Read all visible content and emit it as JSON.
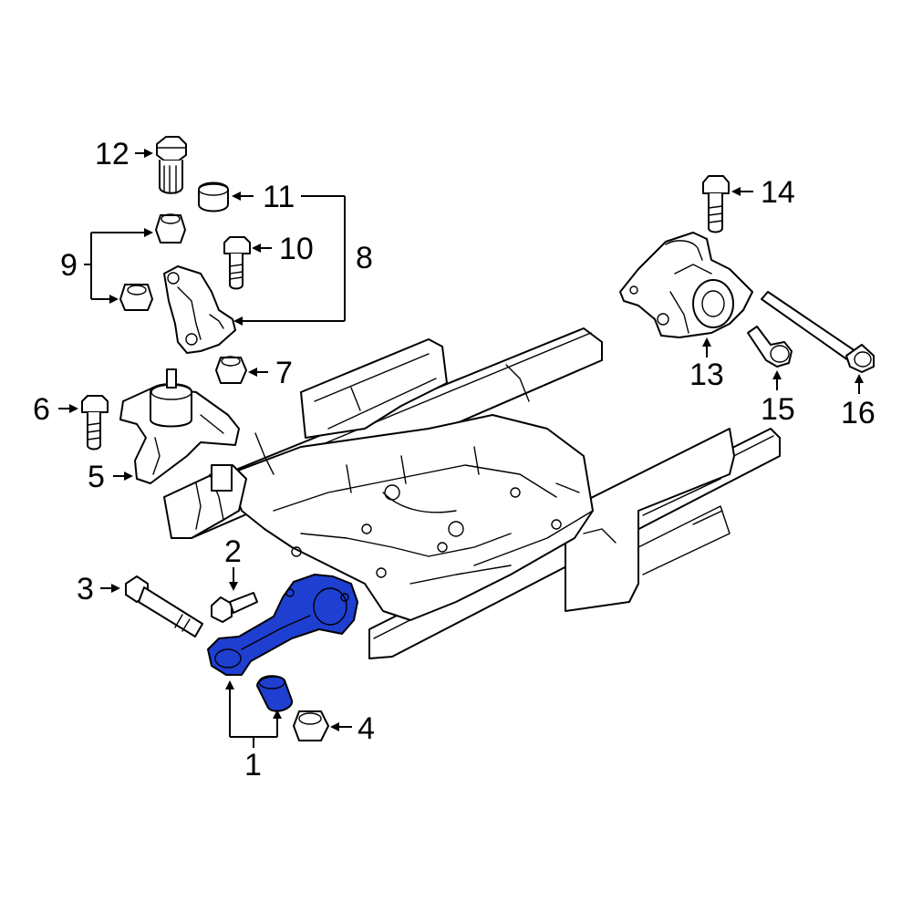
{
  "diagram": {
    "highlight_color": "#1f3fd1",
    "line_color": "#000000",
    "background": "#ffffff",
    "callouts": [
      {
        "id": "c1",
        "label": "1"
      },
      {
        "id": "c2",
        "label": "2"
      },
      {
        "id": "c3",
        "label": "3"
      },
      {
        "id": "c4",
        "label": "4"
      },
      {
        "id": "c5",
        "label": "5"
      },
      {
        "id": "c6",
        "label": "6"
      },
      {
        "id": "c7",
        "label": "7"
      },
      {
        "id": "c8",
        "label": "8"
      },
      {
        "id": "c9",
        "label": "9"
      },
      {
        "id": "c10",
        "label": "10"
      },
      {
        "id": "c11",
        "label": "11"
      },
      {
        "id": "c12",
        "label": "12"
      },
      {
        "id": "c13",
        "label": "13"
      },
      {
        "id": "c14",
        "label": "14"
      },
      {
        "id": "c15",
        "label": "15"
      },
      {
        "id": "c16",
        "label": "16"
      }
    ]
  }
}
